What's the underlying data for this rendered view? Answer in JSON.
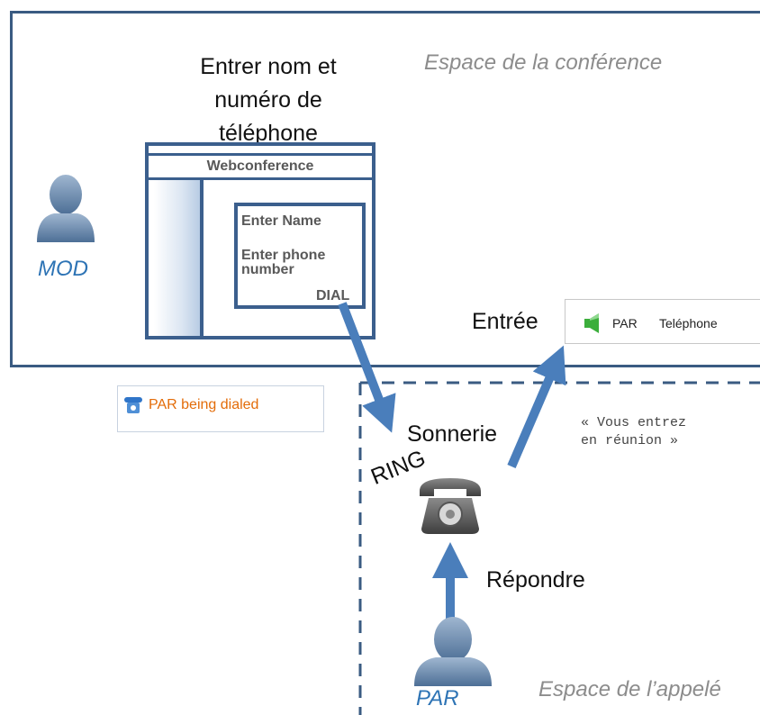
{
  "conference_space": {
    "label": "Espace de la conférence"
  },
  "caller_space": {
    "label": "Espace de l’appelé"
  },
  "instruction": {
    "lines": [
      "Entrer nom et",
      "numéro de",
      "téléphone"
    ]
  },
  "webconference": {
    "title": "Webconference",
    "enter_name": "Enter Name",
    "enter_phone_line1": "Enter phone",
    "enter_phone_line2": "number",
    "dial_label": "DIAL"
  },
  "moderator": {
    "label": "MOD"
  },
  "participant": {
    "label": "PAR"
  },
  "entry": {
    "label": "Entrée",
    "card_name": "PAR",
    "card_type": "Teléphone"
  },
  "dialed_status": {
    "text": "PAR being dialed"
  },
  "ringing": {
    "sonnerie_label": "Sonnerie",
    "ring_label": "RING"
  },
  "answer": {
    "label": "Répondre"
  },
  "announcement": {
    "line1": "« Vous entrez",
    "line2": "en réunion »"
  },
  "colors": {
    "frame": "#3a5b82",
    "arrow": "#4a7ebb",
    "person_label": "#2e74b5",
    "dialed_text": "#e36c09",
    "space_label": "#8c8c8c",
    "speaker_green": "#3cae3c"
  },
  "icons": {
    "person": "person-silhouette-icon",
    "speaker": "speaker-icon",
    "phone_dialing": "phone-dialing-icon",
    "telephone": "telephone-icon"
  }
}
